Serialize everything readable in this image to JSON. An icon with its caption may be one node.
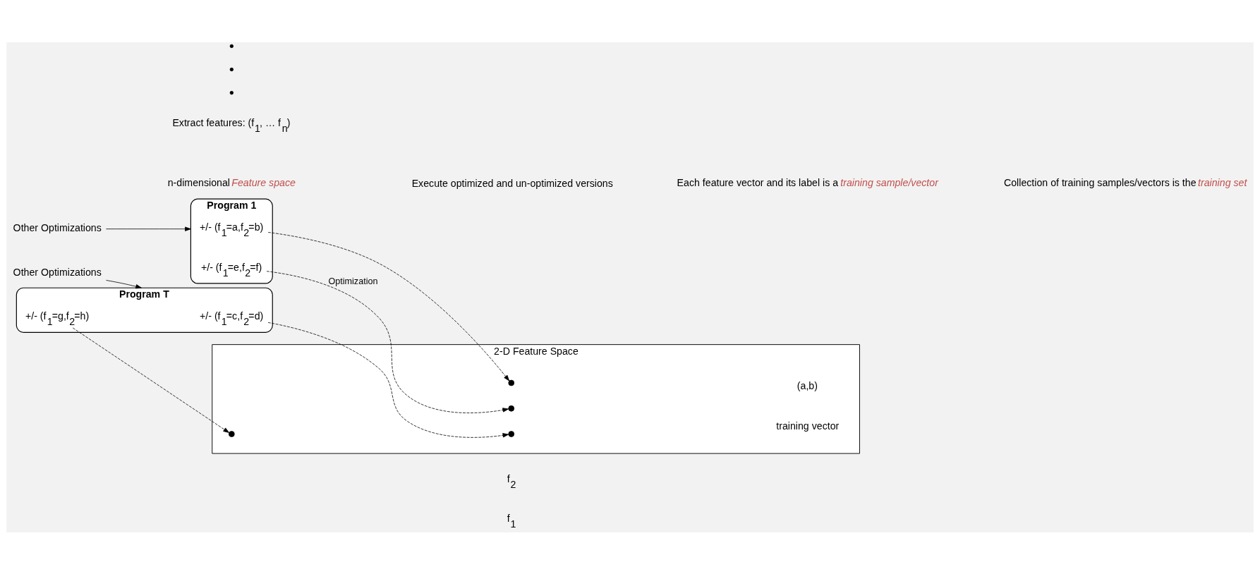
{
  "diagram": {
    "nodes": [
      {
        "text": [
          "Other Optimizations"
        ]
      },
      {
        "text": [
          "Program 1"
        ]
      },
      {
        "text": [
          "+/- (f$_{1}$=a,f$_{2}$=b)"
        ],
        "in": 1
      },
      {
        "text": [
          "+/- (f$_{1}$=e,f$_{2}$=f)"
        ],
        "in": 1
      },
      {
        "text": [
          "Other Optimizations"
        ]
      },
      {
        "text": [
          "Program T"
        ]
      },
      {
        "text": [
          "+/- (f$_{1}$=c,f$_{2}$=d)"
        ],
        "in": 5
      },
      {
        "text": [
          "+/- (f$_{1}$=g,f$_{2}$=h)"
        ],
        "in": 5
      },
      {
        "text": [
          "2-D Feature Space"
        ],
        "beside": [
          "f$_{2}$",
          "f$_{1}$"
        ]
      },
      {
        "text": [],
        "shape": "circle",
        "in": 8,
        "beside": [
          "training vector",
          "(a,b)"
        ]
      },
      {
        "text": [],
        "shape": "circle",
        "in": 8
      },
      {
        "text": [],
        "shape": "circle",
        "in": 8
      },
      {
        "text": [],
        "shape": "circle",
        "in": 8
      }
    ],
    "edges": [
      {
        "from": 0,
        "to": 1,
        "arrow": "to"
      },
      {
        "from": 4,
        "to": 5,
        "arrow": "to"
      },
      {
        "from": 2,
        "to": 9,
        "arrow": "to",
        "style": "dashed"
      },
      {
        "from": 3,
        "to": 10,
        "arrow": "to",
        "style": "dashed",
        "label": "Optimization"
      },
      {
        "from": 6,
        "to": 11,
        "arrow": "to",
        "style": "dashed"
      },
      {
        "from": 7,
        "to": 12,
        "arrow": "to",
        "style": "dashed"
      }
    ],
    "labels": [
      "Extract features: (f$_{1}$, … f$_{n}$)",
      "n-dimensional *Feature space*",
      "Execute optimized and un-optimized versions",
      "Each feature vector and its label is a *training sample/vector*",
      "Collection of training samples/vectors is the *training set*"
    ]
  }
}
